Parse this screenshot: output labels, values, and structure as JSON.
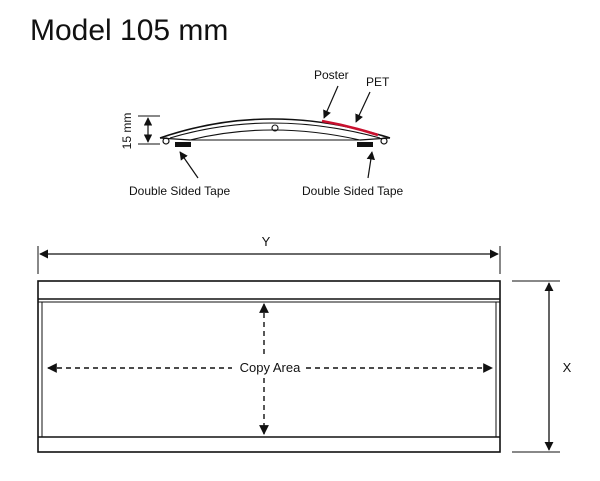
{
  "title": "Model 105 mm",
  "profile": {
    "height_label": "15 mm",
    "poster_label": "Poster",
    "pet_label": "PET",
    "tape_left_label": "Double Sided Tape",
    "tape_right_label": "Double Sided Tape",
    "poster_color": "#c8102e"
  },
  "frame": {
    "width_label": "Y",
    "height_label": "X",
    "copy_area_label": "Copy Area"
  }
}
